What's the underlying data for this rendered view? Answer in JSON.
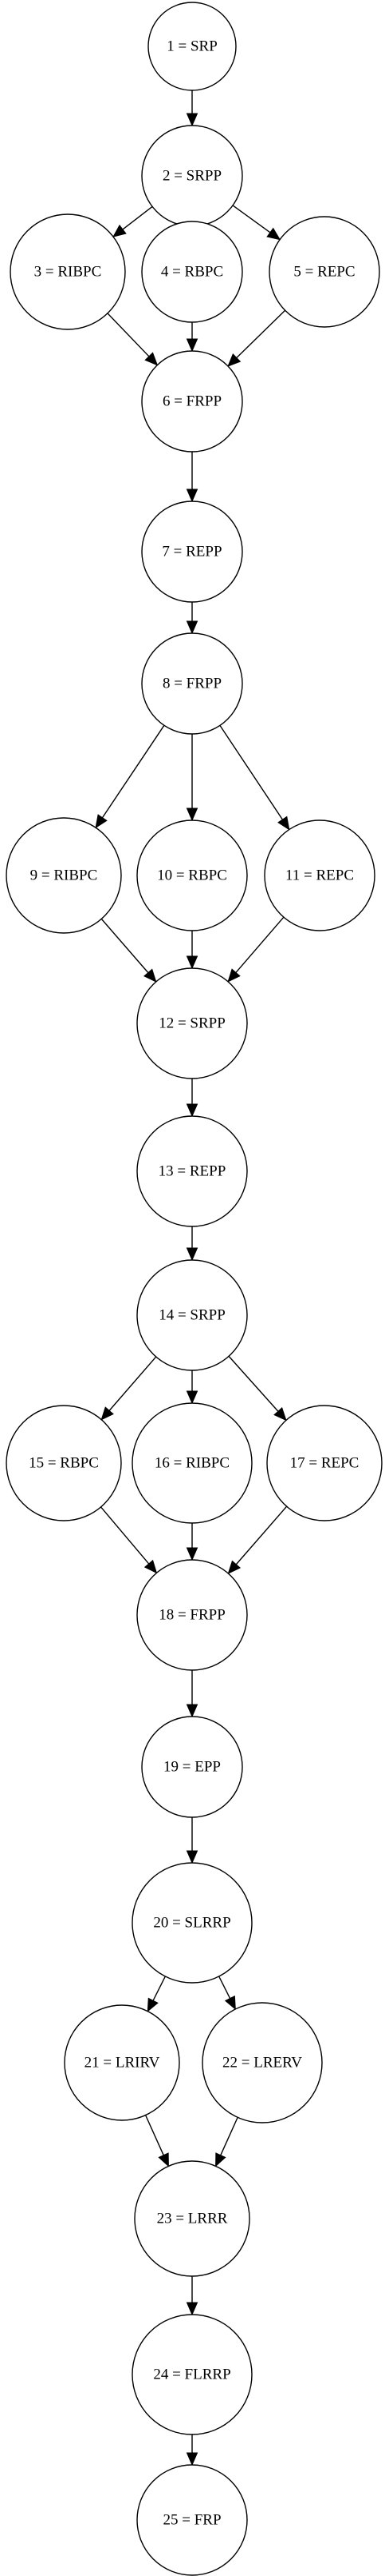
{
  "diagram": {
    "nodes": [
      {
        "id": 1,
        "label": "1 = SRP"
      },
      {
        "id": 2,
        "label": "2 = SRPP"
      },
      {
        "id": 3,
        "label": "3 = RIBPC"
      },
      {
        "id": 4,
        "label": "4 = RBPC"
      },
      {
        "id": 5,
        "label": "5 = REPC"
      },
      {
        "id": 6,
        "label": "6 = FRPP"
      },
      {
        "id": 7,
        "label": "7 = REPP"
      },
      {
        "id": 8,
        "label": "8 = FRPP"
      },
      {
        "id": 9,
        "label": "9 = RIBPC"
      },
      {
        "id": 10,
        "label": "10 = RBPC"
      },
      {
        "id": 11,
        "label": "11 = REPC"
      },
      {
        "id": 12,
        "label": "12 = SRPP"
      },
      {
        "id": 13,
        "label": "13 = REPP"
      },
      {
        "id": 14,
        "label": "14 = SRPP"
      },
      {
        "id": 15,
        "label": "15 = RBPC"
      },
      {
        "id": 16,
        "label": "16 = RIBPC"
      },
      {
        "id": 17,
        "label": "17 = REPC"
      },
      {
        "id": 18,
        "label": "18 = FRPP"
      },
      {
        "id": 19,
        "label": "19 = EPP"
      },
      {
        "id": 20,
        "label": "20 = SLRRP"
      },
      {
        "id": 21,
        "label": "21 = LRIRV"
      },
      {
        "id": 22,
        "label": "22 = LRERV"
      },
      {
        "id": 23,
        "label": "23 = LRRR"
      },
      {
        "id": 24,
        "label": "24 = FLRRP"
      },
      {
        "id": 25,
        "label": "25 = FRP"
      }
    ],
    "edges": [
      [
        1,
        2
      ],
      [
        2,
        3
      ],
      [
        2,
        4
      ],
      [
        2,
        5
      ],
      [
        3,
        6
      ],
      [
        4,
        6
      ],
      [
        5,
        6
      ],
      [
        6,
        7
      ],
      [
        7,
        8
      ],
      [
        8,
        9
      ],
      [
        8,
        10
      ],
      [
        8,
        11
      ],
      [
        9,
        12
      ],
      [
        10,
        12
      ],
      [
        11,
        12
      ],
      [
        12,
        13
      ],
      [
        13,
        14
      ],
      [
        14,
        15
      ],
      [
        14,
        16
      ],
      [
        14,
        17
      ],
      [
        15,
        18
      ],
      [
        16,
        18
      ],
      [
        17,
        18
      ],
      [
        18,
        19
      ],
      [
        19,
        20
      ],
      [
        20,
        21
      ],
      [
        20,
        22
      ],
      [
        21,
        23
      ],
      [
        22,
        23
      ],
      [
        23,
        24
      ],
      [
        24,
        25
      ]
    ]
  }
}
